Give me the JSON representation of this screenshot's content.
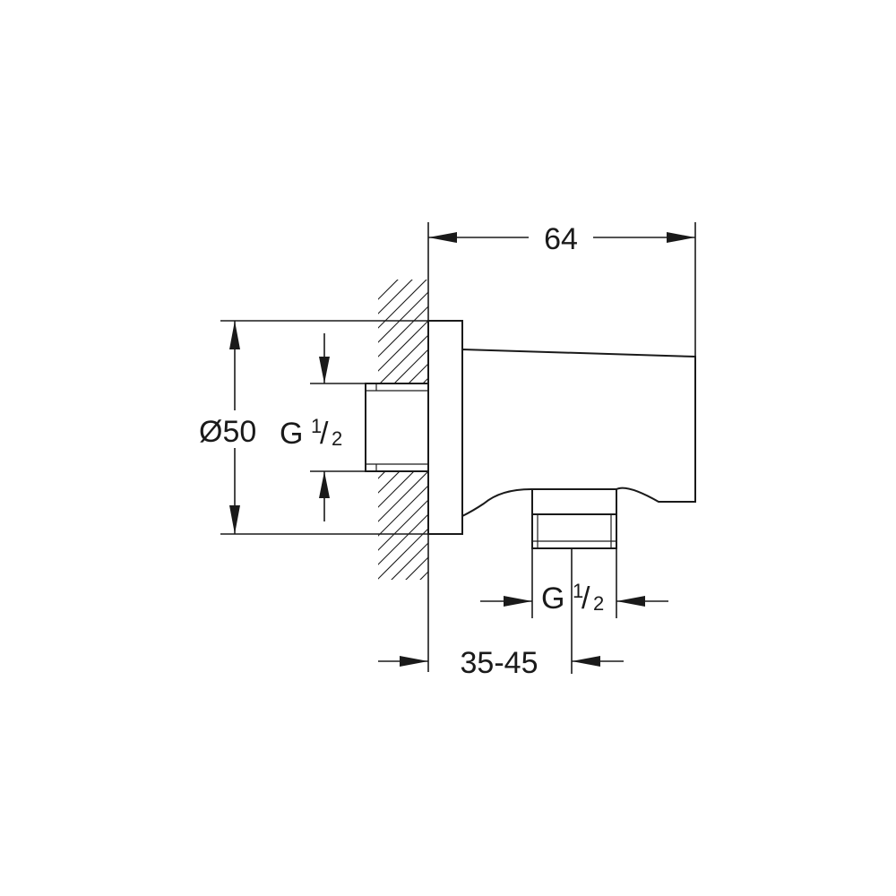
{
  "dimensions": {
    "total_length": "64",
    "diameter": "Ø50",
    "inlet_thread": {
      "letter": "G",
      "numerator": "1",
      "slash": "/",
      "denominator": "2"
    },
    "outlet_thread": {
      "letter": "G",
      "numerator": "1",
      "slash": "/",
      "denominator": "2"
    },
    "wall_distance": "35-45"
  }
}
